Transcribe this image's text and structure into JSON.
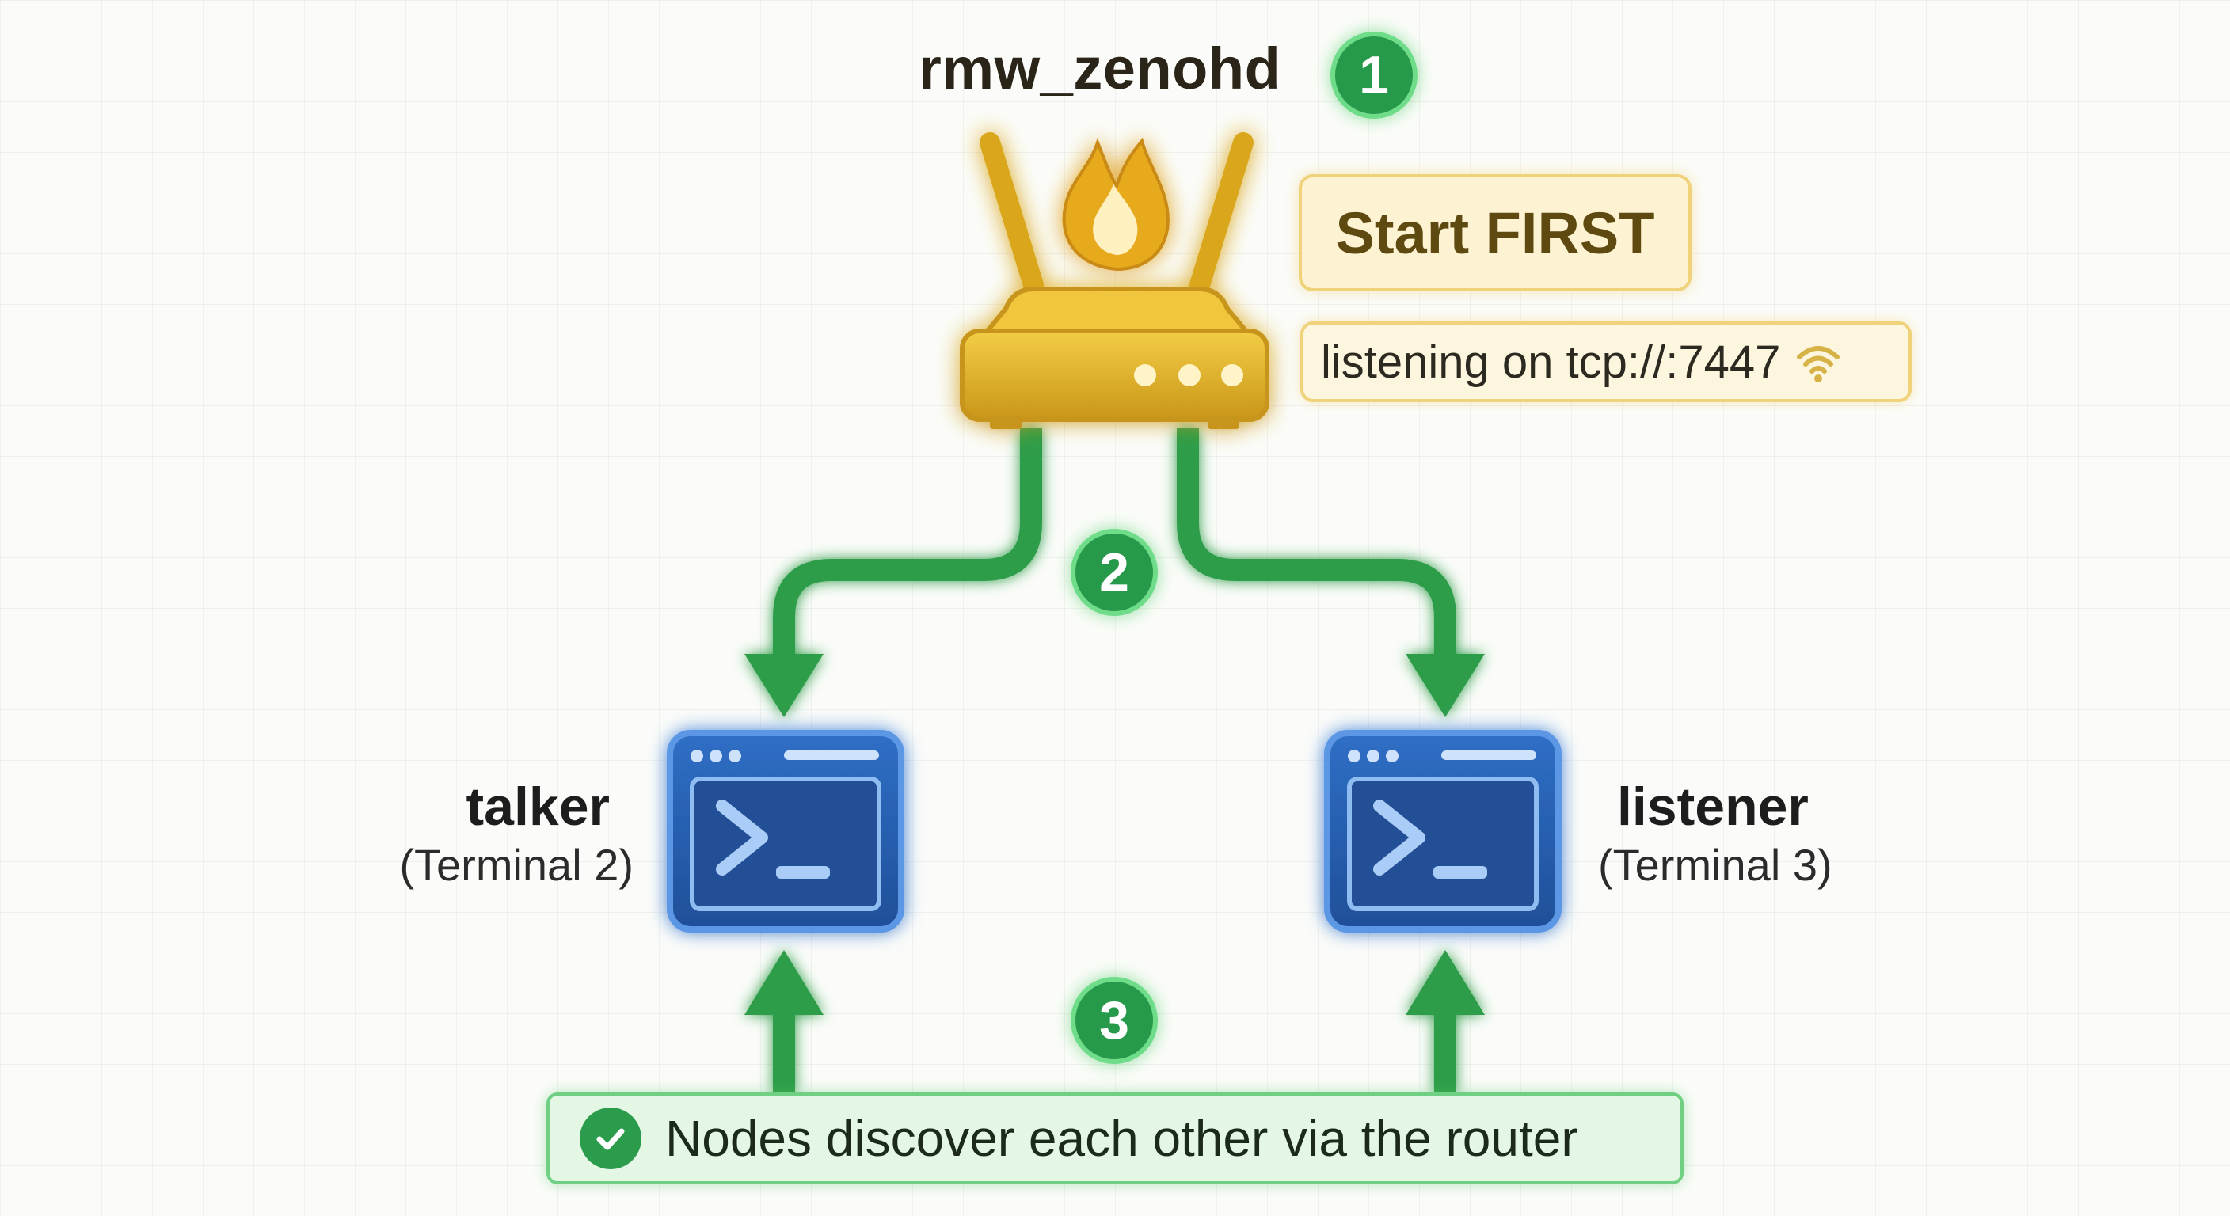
{
  "router": {
    "title": "rmw_zenohd",
    "step1": "1",
    "start_label": "Start FIRST",
    "listen_text": "listening on tcp://:7447",
    "router_icon": "router-icon",
    "flame_icon": "flame-icon",
    "wifi_icon": "wifi-icon"
  },
  "step2": "2",
  "step3": "3",
  "talker": {
    "name": "talker",
    "sub": "(Terminal 2)",
    "icon": "terminal-icon"
  },
  "listener": {
    "name": "listener",
    "sub": "(Terminal 3)",
    "icon": "terminal-icon"
  },
  "footer": {
    "text": "Nodes discover each other via the router",
    "icon": "check-circle-icon"
  },
  "colors": {
    "router_gold": "#e5b424",
    "arrow_green": "#2f9d49",
    "badge_green": "#27994a",
    "terminal_blue": "#2560b4"
  }
}
